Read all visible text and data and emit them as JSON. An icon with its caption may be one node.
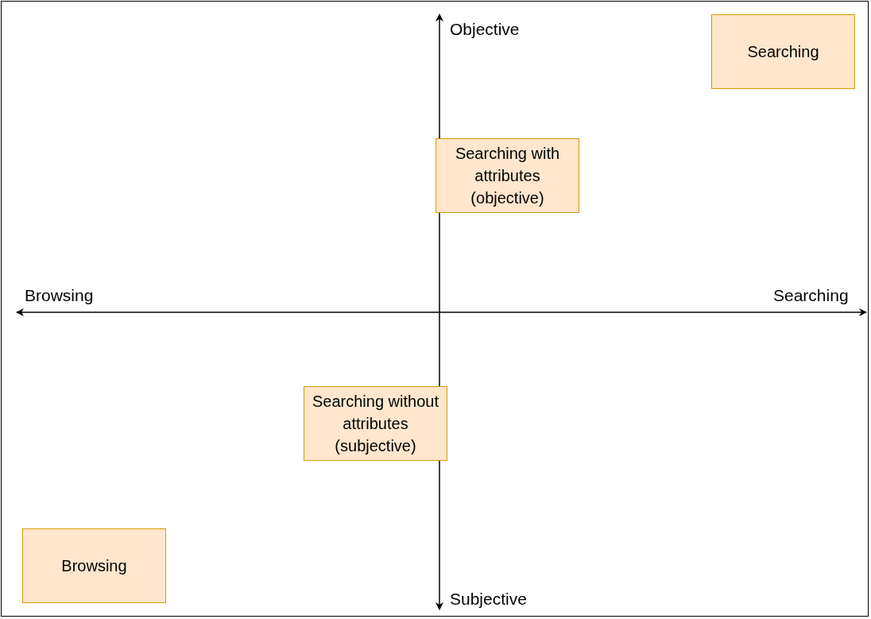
{
  "diagram": {
    "nodes": [
      {
        "text": [
          "Searching"
        ]
      },
      {
        "text": [
          "Searching with attributes (objective)"
        ]
      },
      {
        "text": [
          "Searching without attributes (subjective)"
        ]
      },
      {
        "text": [
          "Browsing"
        ]
      }
    ],
    "labels": [
      "Objective",
      "Browsing",
      "Searching",
      "Subjective"
    ]
  }
}
